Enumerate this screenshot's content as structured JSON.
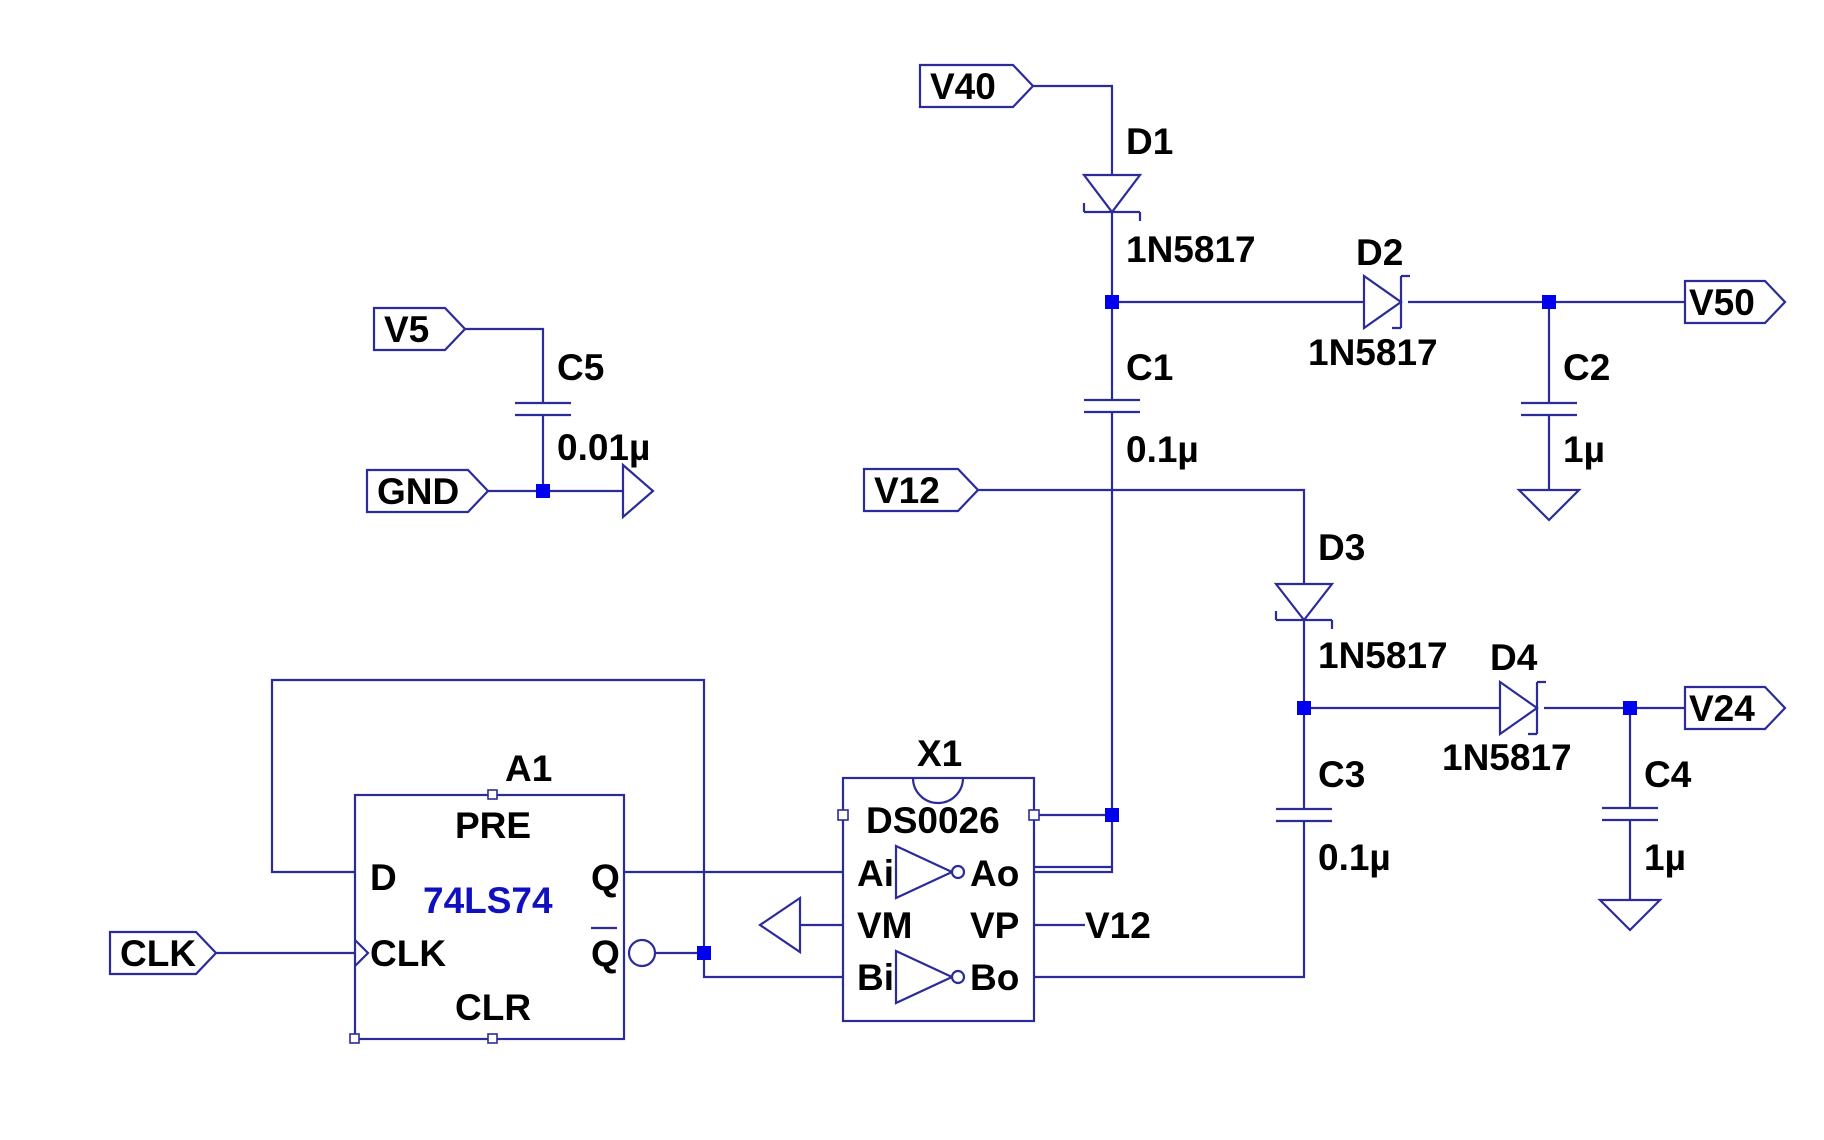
{
  "net_labels": {
    "v40": "V40",
    "v5": "V5",
    "gnd": "GND",
    "v12_left": "V12",
    "v50": "V50",
    "v24": "V24",
    "clk": "CLK",
    "v12_right": "V12"
  },
  "components": {
    "d1": {
      "ref": "D1",
      "value": "1N5817"
    },
    "d2": {
      "ref": "D2",
      "value": "1N5817"
    },
    "d3": {
      "ref": "D3",
      "value": "1N5817"
    },
    "d4": {
      "ref": "D4",
      "value": "1N5817"
    },
    "c1": {
      "ref": "C1",
      "value": "0.1µ"
    },
    "c2": {
      "ref": "C2",
      "value": "1µ"
    },
    "c3": {
      "ref": "C3",
      "value": "0.1µ"
    },
    "c4": {
      "ref": "C4",
      "value": "1µ"
    },
    "c5": {
      "ref": "C5",
      "value": "0.01µ"
    },
    "a1": {
      "ref": "A1",
      "part": "74LS74",
      "pins": {
        "pre": "PRE",
        "d": "D",
        "clk": "CLK",
        "clr": "CLR",
        "q": "Q",
        "qbar": "Q"
      }
    },
    "x1": {
      "ref": "X1",
      "part": "DS0026",
      "pins": {
        "ai": "Ai",
        "ao": "Ao",
        "vm": "VM",
        "vp": "VP",
        "bi": "Bi",
        "bo": "Bo"
      }
    }
  },
  "colors": {
    "wire": "#2b2b9a",
    "junction": "#0000ee",
    "part_text": "#1010c0",
    "text": "#000000"
  }
}
